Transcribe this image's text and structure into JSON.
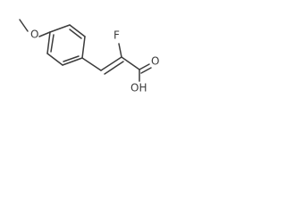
{
  "molecule": {
    "atoms": {
      "methoxy_oxygen": "O",
      "fluorine": "F",
      "carbonyl_oxygen": "O",
      "hydroxyl": "OH"
    }
  },
  "colors": {
    "bond": "#3c3c3c",
    "label": "#3c3c3c",
    "background": "#ffffff"
  }
}
